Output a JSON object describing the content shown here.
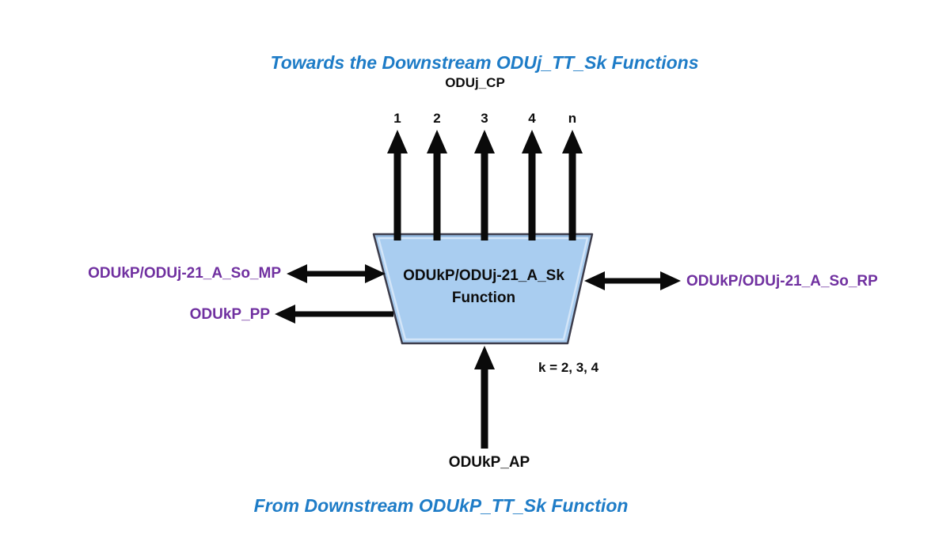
{
  "titles": {
    "top": "Towards the Downstream ODUj_TT_Sk Functions",
    "bottom": "From Downstream ODUkP_TT_Sk Function"
  },
  "top_interface": {
    "label": "ODUj_CP",
    "ports": [
      "1",
      "2",
      "3",
      "4",
      "n"
    ]
  },
  "function_block": {
    "name_line1": "ODUkP/ODUj-21_A_Sk",
    "name_line2": "Function"
  },
  "left_ports": {
    "mp_label": "ODUkP/ODUj-21_A_So_MP",
    "pp_label": "ODUkP_PP"
  },
  "right_ports": {
    "rp_label": "ODUkP/ODUj-21_A_So_RP"
  },
  "bottom_interface": {
    "ap_label": "ODUkP_AP",
    "k_note": "k = 2, 3, 4"
  },
  "colors": {
    "title_blue": "#1E7CC7",
    "label_purple": "#7030A0",
    "trapezoid_fill": "#A9CDF0",
    "trapezoid_border": "#3D3D4C",
    "trapezoid_bevel_light": "#D3E5F8",
    "trapezoid_bevel_dark": "#8FB6DE",
    "arrow_black": "#0A0A0A"
  }
}
